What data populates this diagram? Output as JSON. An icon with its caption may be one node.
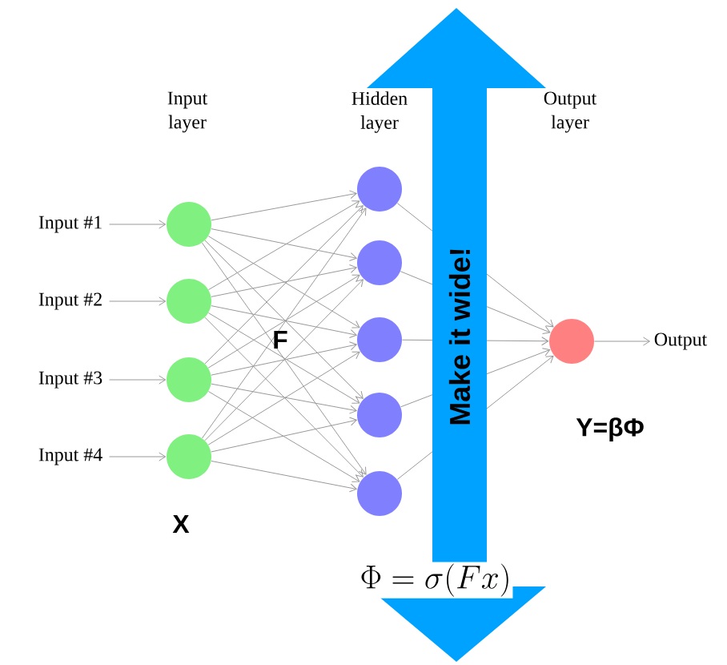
{
  "diagram": {
    "nodes": [
      {
        "text": [
          "Input #1"
        ]
      },
      {
        "text": [
          "Input #2"
        ]
      },
      {
        "text": [
          "Input #3"
        ]
      },
      {
        "text": [
          "Input #4"
        ]
      },
      {
        "text": [],
        "shape": "circle"
      },
      {
        "text": [],
        "shape": "circle"
      },
      {
        "text": [],
        "shape": "circle"
      },
      {
        "text": [],
        "shape": "circle"
      },
      {
        "text": [],
        "shape": "circle"
      },
      {
        "text": [],
        "shape": "circle"
      },
      {
        "text": [],
        "shape": "circle"
      },
      {
        "text": [],
        "shape": "circle"
      },
      {
        "text": [],
        "shape": "circle"
      },
      {
        "text": [],
        "shape": "circle"
      },
      {
        "text": [
          "Output"
        ]
      }
    ],
    "edges": [
      {
        "from": 0,
        "to": 4,
        "arrow": "to"
      },
      {
        "from": 1,
        "to": 5,
        "arrow": "to"
      },
      {
        "from": 2,
        "to": 6,
        "arrow": "to"
      },
      {
        "from": 3,
        "to": 7,
        "arrow": "to"
      },
      {
        "from": 4,
        "to": 8,
        "arrow": "to"
      },
      {
        "from": 4,
        "to": 9,
        "arrow": "to"
      },
      {
        "from": 4,
        "to": 10,
        "arrow": "to"
      },
      {
        "from": 4,
        "to": 11,
        "arrow": "to"
      },
      {
        "from": 4,
        "to": 12,
        "arrow": "to"
      },
      {
        "from": 5,
        "to": 8,
        "arrow": "to"
      },
      {
        "from": 5,
        "to": 9,
        "arrow": "to"
      },
      {
        "from": 5,
        "to": 10,
        "arrow": "to"
      },
      {
        "from": 5,
        "to": 11,
        "arrow": "to"
      },
      {
        "from": 5,
        "to": 12,
        "arrow": "to"
      },
      {
        "from": 6,
        "to": 8,
        "arrow": "to"
      },
      {
        "from": 6,
        "to": 9,
        "arrow": "to"
      },
      {
        "from": 6,
        "to": 10,
        "arrow": "to"
      },
      {
        "from": 6,
        "to": 11,
        "arrow": "to"
      },
      {
        "from": 6,
        "to": 12,
        "arrow": "to"
      },
      {
        "from": 7,
        "to": 8,
        "arrow": "to"
      },
      {
        "from": 7,
        "to": 9,
        "arrow": "to"
      },
      {
        "from": 7,
        "to": 10,
        "arrow": "to"
      },
      {
        "from": 7,
        "to": 11,
        "arrow": "to"
      },
      {
        "from": 7,
        "to": 12,
        "arrow": "to"
      },
      {
        "from": 8,
        "to": 13,
        "arrow": "to"
      },
      {
        "from": 9,
        "to": 13,
        "arrow": "to"
      },
      {
        "from": 10,
        "to": 13,
        "arrow": "to"
      },
      {
        "from": 11,
        "to": 13,
        "arrow": "to"
      },
      {
        "from": 12,
        "to": 13,
        "arrow": "to"
      },
      {
        "from": 13,
        "to": 14,
        "arrow": "to"
      }
    ],
    "labels": [
      "Make it wide!",
      "Input layer",
      "Hidden layer",
      "Output layer",
      "F",
      "X",
      "Y=βΦ",
      "\\Phi = \\sigma(Fx)"
    ]
  }
}
